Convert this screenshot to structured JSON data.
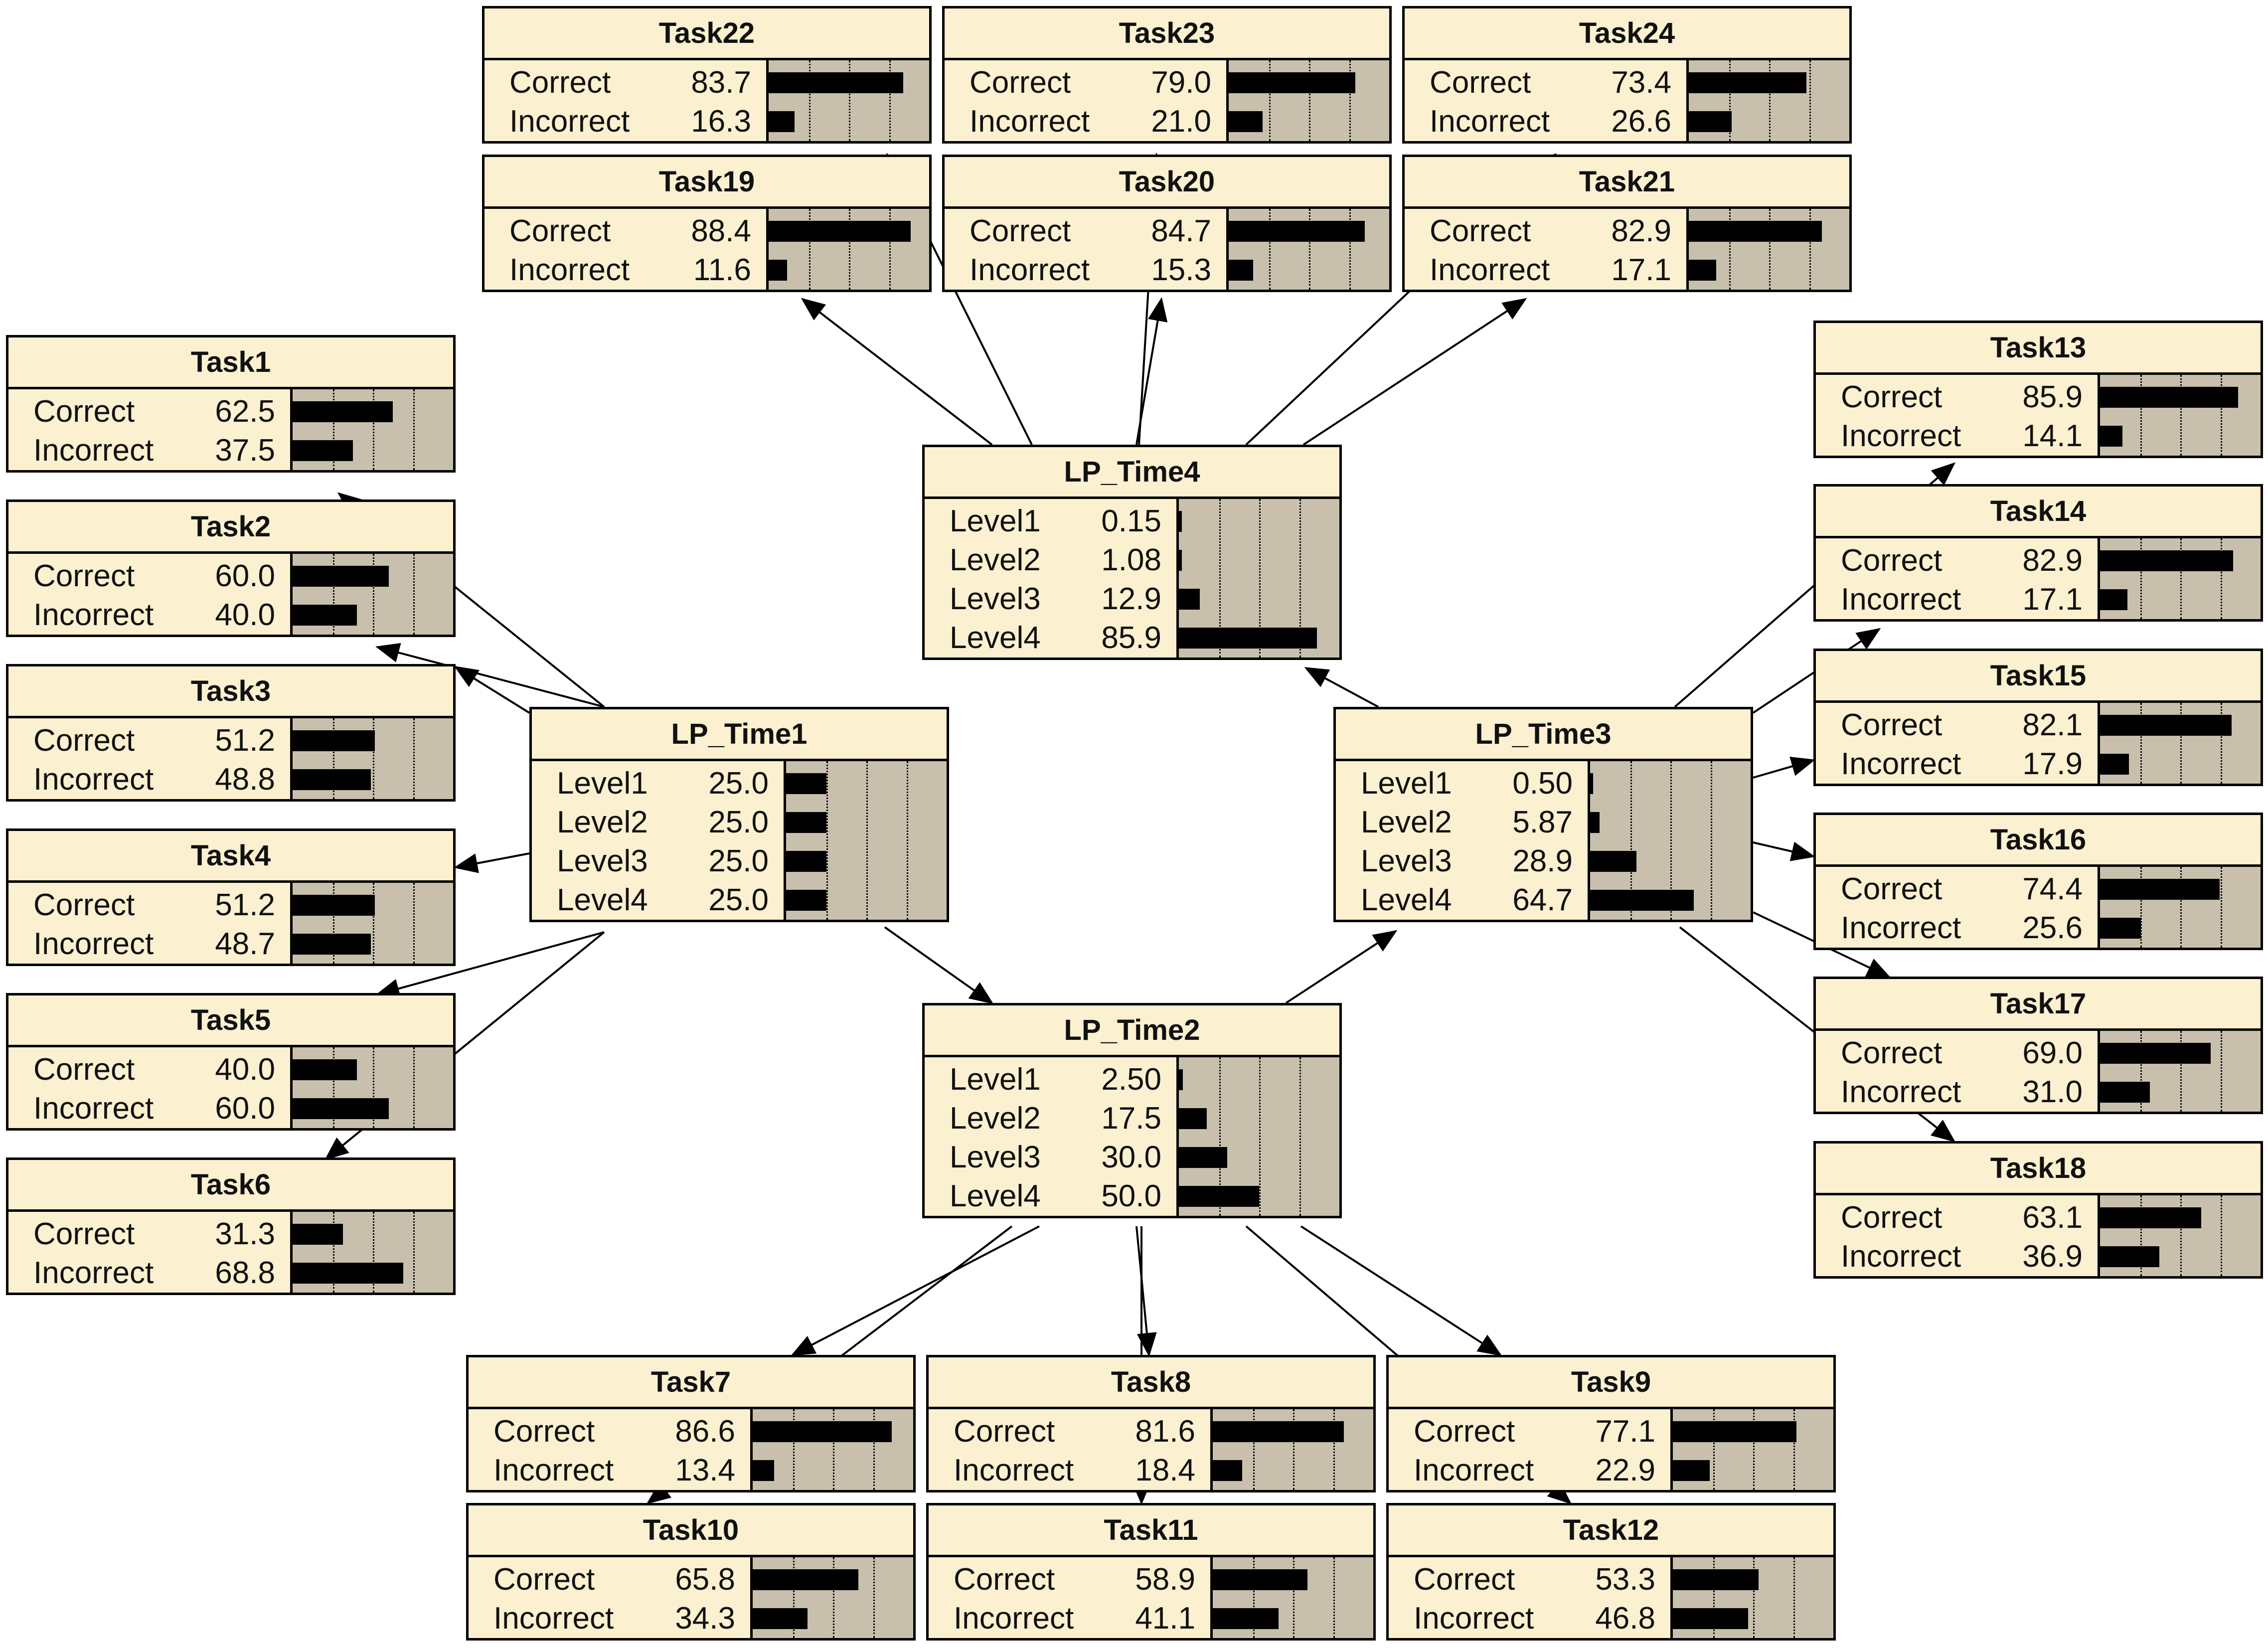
{
  "colors": {
    "node_fill": "#fbf0cf",
    "panel_fill": "#c8c0ad",
    "bar": "#000000",
    "edge": "#000000"
  },
  "nodes": [
    {
      "id": "lp_time1",
      "title": "LP_Time1",
      "kind": "level",
      "states": [
        {
          "label": "Level1",
          "value": "25.0",
          "p": 25.0
        },
        {
          "label": "Level2",
          "value": "25.0",
          "p": 25.0
        },
        {
          "label": "Level3",
          "value": "25.0",
          "p": 25.0
        },
        {
          "label": "Level4",
          "value": "25.0",
          "p": 25.0
        }
      ]
    },
    {
      "id": "lp_time2",
      "title": "LP_Time2",
      "kind": "level",
      "states": [
        {
          "label": "Level1",
          "value": "2.50",
          "p": 2.5
        },
        {
          "label": "Level2",
          "value": "17.5",
          "p": 17.5
        },
        {
          "label": "Level3",
          "value": "30.0",
          "p": 30.0
        },
        {
          "label": "Level4",
          "value": "50.0",
          "p": 50.0
        }
      ]
    },
    {
      "id": "lp_time3",
      "title": "LP_Time3",
      "kind": "level",
      "states": [
        {
          "label": "Level1",
          "value": "0.50",
          "p": 0.5
        },
        {
          "label": "Level2",
          "value": "5.87",
          "p": 5.87
        },
        {
          "label": "Level3",
          "value": "28.9",
          "p": 28.9
        },
        {
          "label": "Level4",
          "value": "64.7",
          "p": 64.7
        }
      ]
    },
    {
      "id": "lp_time4",
      "title": "LP_Time4",
      "kind": "level",
      "states": [
        {
          "label": "Level1",
          "value": "0.15",
          "p": 0.15
        },
        {
          "label": "Level2",
          "value": "1.08",
          "p": 1.08
        },
        {
          "label": "Level3",
          "value": "12.9",
          "p": 12.9
        },
        {
          "label": "Level4",
          "value": "85.9",
          "p": 85.9
        }
      ]
    },
    {
      "id": "task1",
      "title": "Task1",
      "kind": "task",
      "states": [
        {
          "label": "Correct",
          "value": "62.5",
          "p": 62.5
        },
        {
          "label": "Incorrect",
          "value": "37.5",
          "p": 37.5
        }
      ]
    },
    {
      "id": "task2",
      "title": "Task2",
      "kind": "task",
      "states": [
        {
          "label": "Correct",
          "value": "60.0",
          "p": 60.0
        },
        {
          "label": "Incorrect",
          "value": "40.0",
          "p": 40.0
        }
      ]
    },
    {
      "id": "task3",
      "title": "Task3",
      "kind": "task",
      "states": [
        {
          "label": "Correct",
          "value": "51.2",
          "p": 51.2
        },
        {
          "label": "Incorrect",
          "value": "48.8",
          "p": 48.8
        }
      ]
    },
    {
      "id": "task4",
      "title": "Task4",
      "kind": "task",
      "states": [
        {
          "label": "Correct",
          "value": "51.2",
          "p": 51.2
        },
        {
          "label": "Incorrect",
          "value": "48.7",
          "p": 48.7
        }
      ]
    },
    {
      "id": "task5",
      "title": "Task5",
      "kind": "task",
      "states": [
        {
          "label": "Correct",
          "value": "40.0",
          "p": 40.0
        },
        {
          "label": "Incorrect",
          "value": "60.0",
          "p": 60.0
        }
      ]
    },
    {
      "id": "task6",
      "title": "Task6",
      "kind": "task",
      "states": [
        {
          "label": "Correct",
          "value": "31.3",
          "p": 31.3
        },
        {
          "label": "Incorrect",
          "value": "68.8",
          "p": 68.8
        }
      ]
    },
    {
      "id": "task7",
      "title": "Task7",
      "kind": "task",
      "states": [
        {
          "label": "Correct",
          "value": "86.6",
          "p": 86.6
        },
        {
          "label": "Incorrect",
          "value": "13.4",
          "p": 13.4
        }
      ]
    },
    {
      "id": "task8",
      "title": "Task8",
      "kind": "task",
      "states": [
        {
          "label": "Correct",
          "value": "81.6",
          "p": 81.6
        },
        {
          "label": "Incorrect",
          "value": "18.4",
          "p": 18.4
        }
      ]
    },
    {
      "id": "task9",
      "title": "Task9",
      "kind": "task",
      "states": [
        {
          "label": "Correct",
          "value": "77.1",
          "p": 77.1
        },
        {
          "label": "Incorrect",
          "value": "22.9",
          "p": 22.9
        }
      ]
    },
    {
      "id": "task10",
      "title": "Task10",
      "kind": "task",
      "states": [
        {
          "label": "Correct",
          "value": "65.8",
          "p": 65.8
        },
        {
          "label": "Incorrect",
          "value": "34.3",
          "p": 34.3
        }
      ]
    },
    {
      "id": "task11",
      "title": "Task11",
      "kind": "task",
      "states": [
        {
          "label": "Correct",
          "value": "58.9",
          "p": 58.9
        },
        {
          "label": "Incorrect",
          "value": "41.1",
          "p": 41.1
        }
      ]
    },
    {
      "id": "task12",
      "title": "Task12",
      "kind": "task",
      "states": [
        {
          "label": "Correct",
          "value": "53.3",
          "p": 53.3
        },
        {
          "label": "Incorrect",
          "value": "46.8",
          "p": 46.8
        }
      ]
    },
    {
      "id": "task13",
      "title": "Task13",
      "kind": "task",
      "states": [
        {
          "label": "Correct",
          "value": "85.9",
          "p": 85.9
        },
        {
          "label": "Incorrect",
          "value": "14.1",
          "p": 14.1
        }
      ]
    },
    {
      "id": "task14",
      "title": "Task14",
      "kind": "task",
      "states": [
        {
          "label": "Correct",
          "value": "82.9",
          "p": 82.9
        },
        {
          "label": "Incorrect",
          "value": "17.1",
          "p": 17.1
        }
      ]
    },
    {
      "id": "task15",
      "title": "Task15",
      "kind": "task",
      "states": [
        {
          "label": "Correct",
          "value": "82.1",
          "p": 82.1
        },
        {
          "label": "Incorrect",
          "value": "17.9",
          "p": 17.9
        }
      ]
    },
    {
      "id": "task16",
      "title": "Task16",
      "kind": "task",
      "states": [
        {
          "label": "Correct",
          "value": "74.4",
          "p": 74.4
        },
        {
          "label": "Incorrect",
          "value": "25.6",
          "p": 25.6
        }
      ]
    },
    {
      "id": "task17",
      "title": "Task17",
      "kind": "task",
      "states": [
        {
          "label": "Correct",
          "value": "69.0",
          "p": 69.0
        },
        {
          "label": "Incorrect",
          "value": "31.0",
          "p": 31.0
        }
      ]
    },
    {
      "id": "task18",
      "title": "Task18",
      "kind": "task",
      "states": [
        {
          "label": "Correct",
          "value": "63.1",
          "p": 63.1
        },
        {
          "label": "Incorrect",
          "value": "36.9",
          "p": 36.9
        }
      ]
    },
    {
      "id": "task19",
      "title": "Task19",
      "kind": "task",
      "states": [
        {
          "label": "Correct",
          "value": "88.4",
          "p": 88.4
        },
        {
          "label": "Incorrect",
          "value": "11.6",
          "p": 11.6
        }
      ]
    },
    {
      "id": "task20",
      "title": "Task20",
      "kind": "task",
      "states": [
        {
          "label": "Correct",
          "value": "84.7",
          "p": 84.7
        },
        {
          "label": "Incorrect",
          "value": "15.3",
          "p": 15.3
        }
      ]
    },
    {
      "id": "task21",
      "title": "Task21",
      "kind": "task",
      "states": [
        {
          "label": "Correct",
          "value": "82.9",
          "p": 82.9
        },
        {
          "label": "Incorrect",
          "value": "17.1",
          "p": 17.1
        }
      ]
    },
    {
      "id": "task22",
      "title": "Task22",
      "kind": "task",
      "states": [
        {
          "label": "Correct",
          "value": "83.7",
          "p": 83.7
        },
        {
          "label": "Incorrect",
          "value": "16.3",
          "p": 16.3
        }
      ]
    },
    {
      "id": "task23",
      "title": "Task23",
      "kind": "task",
      "states": [
        {
          "label": "Correct",
          "value": "79.0",
          "p": 79.0
        },
        {
          "label": "Incorrect",
          "value": "21.0",
          "p": 21.0
        }
      ]
    },
    {
      "id": "task24",
      "title": "Task24",
      "kind": "task",
      "states": [
        {
          "label": "Correct",
          "value": "73.4",
          "p": 73.4
        },
        {
          "label": "Incorrect",
          "value": "26.6",
          "p": 26.6
        }
      ]
    }
  ],
  "edges": [
    {
      "from": "lp_time1",
      "to": "task1"
    },
    {
      "from": "lp_time1",
      "to": "task2"
    },
    {
      "from": "lp_time1",
      "to": "task3"
    },
    {
      "from": "lp_time1",
      "to": "task4"
    },
    {
      "from": "lp_time1",
      "to": "task5"
    },
    {
      "from": "lp_time1",
      "to": "task6"
    },
    {
      "from": "lp_time1",
      "to": "lp_time2"
    },
    {
      "from": "lp_time2",
      "to": "lp_time3"
    },
    {
      "from": "lp_time2",
      "to": "task7"
    },
    {
      "from": "lp_time2",
      "to": "task8"
    },
    {
      "from": "lp_time2",
      "to": "task9"
    },
    {
      "from": "lp_time2",
      "to": "task10"
    },
    {
      "from": "lp_time2",
      "to": "task11"
    },
    {
      "from": "lp_time2",
      "to": "task12"
    },
    {
      "from": "lp_time3",
      "to": "lp_time4"
    },
    {
      "from": "lp_time3",
      "to": "task13"
    },
    {
      "from": "lp_time3",
      "to": "task14"
    },
    {
      "from": "lp_time3",
      "to": "task15"
    },
    {
      "from": "lp_time3",
      "to": "task16"
    },
    {
      "from": "lp_time3",
      "to": "task17"
    },
    {
      "from": "lp_time3",
      "to": "task18"
    },
    {
      "from": "lp_time4",
      "to": "task19"
    },
    {
      "from": "lp_time4",
      "to": "task20"
    },
    {
      "from": "lp_time4",
      "to": "task21"
    },
    {
      "from": "lp_time4",
      "to": "task22"
    },
    {
      "from": "lp_time4",
      "to": "task23"
    },
    {
      "from": "lp_time4",
      "to": "task24"
    }
  ]
}
